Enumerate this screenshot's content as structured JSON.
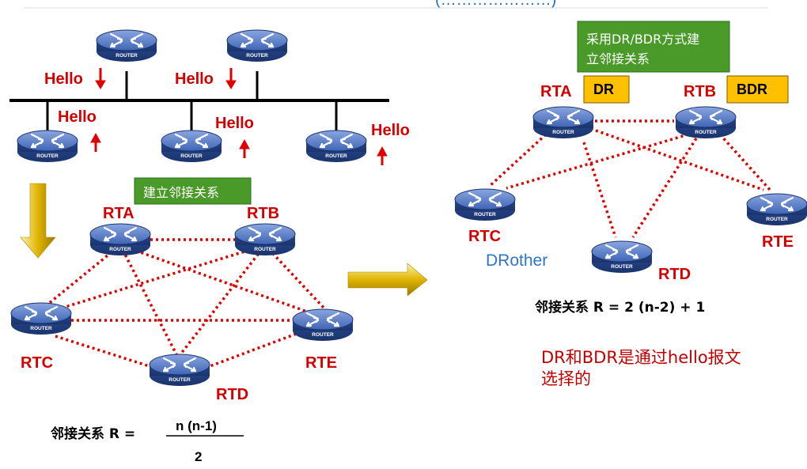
{
  "header_partial": "(…………………)",
  "hello_label": "Hello",
  "routers": {
    "rta": "RTA",
    "rtb": "RTB",
    "rtc": "RTC",
    "rtd": "RTD",
    "rte": "RTE",
    "router_text": "ROUTER"
  },
  "left": {
    "adjacency_box": "建立邻接关系",
    "formula_prefix": "邻接关系 R = ",
    "formula_numerator": "n (n-1)",
    "formula_denominator": "2"
  },
  "right": {
    "dr_bdr_box_line1": "采用DR/BDR方式建",
    "dr_bdr_box_line2": "立邻接关系",
    "dr_tag": "DR",
    "bdr_tag": "BDR",
    "drother": "DRother",
    "formula": "邻接关系 R = 2 (n-2) + 1",
    "election_note_line1": "DR和BDR是通过hello报文",
    "election_note_line2": "选择的"
  },
  "colors": {
    "red_label": "#d40000",
    "link_dots": "#e00000",
    "router_body": "#2f55a4",
    "router_top": "#6d8fd1",
    "green_box": "#4a9a2a",
    "yellow_tag": "#ffc000",
    "drother_blue": "#2f75c8",
    "note_red": "#c00000"
  }
}
